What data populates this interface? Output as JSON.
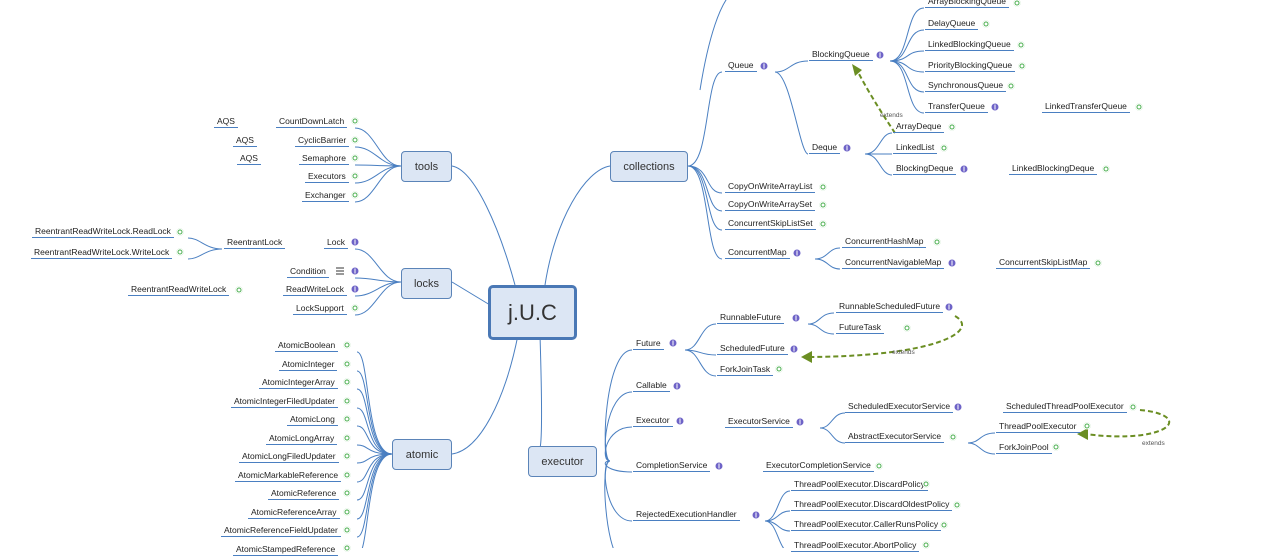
{
  "root": "j.U.C",
  "categories": {
    "tools": "tools",
    "locks": "locks",
    "atomic": "atomic",
    "collections": "collections",
    "executor": "executor"
  },
  "tools": {
    "count_down_latch": "CountDownLatch",
    "cyclic_barrier": "CyclicBarrier",
    "semaphore": "Semaphore",
    "executors": "Executors",
    "exchanger": "Exchanger",
    "aqs": "AQS"
  },
  "locks": {
    "rrwl_read": "ReentrantReadWriteLock.ReadLock",
    "rrwl_write": "ReentrantReadWriteLock.WriteLock",
    "reentrant_lock": "ReentrantLock",
    "lock": "Lock",
    "condition": "Condition",
    "rrwl": "ReentrantReadWriteLock",
    "read_write_lock": "ReadWriteLock",
    "lock_support": "LockSupport"
  },
  "atomic": [
    "AtomicBoolean",
    "AtomicInteger",
    "AtomicIntegerArray",
    "AtomicIntegerFiledUpdater",
    "AtomicLong",
    "AtomicLongArray",
    "AtomicLongFiledUpdater",
    "AtomicMarkableReference",
    "AtomicReference",
    "AtomicReferenceArray",
    "AtomicReferenceFieldUpdater",
    "AtomicStampedReference"
  ],
  "collections": {
    "queue": "Queue",
    "blocking_queue": "BlockingQueue",
    "array_blocking_queue": "ArrayBlockingQueue",
    "delay_queue": "DelayQueue",
    "linked_blocking_queue": "LinkedBlockingQueue",
    "priority_blocking_queue": "PriorityBlockingQueue",
    "synchronous_queue": "SynchronousQueue",
    "transfer_queue": "TransferQueue",
    "linked_transfer_queue": "LinkedTransferQueue",
    "deque": "Deque",
    "array_deque": "ArrayDeque",
    "linked_list": "LinkedList",
    "blocking_deque": "BlockingDeque",
    "linked_blocking_deque": "LinkedBlockingDeque",
    "cow_array_list": "CopyOnWriteArrayList",
    "cow_array_set": "CopyOnWriteArraySet",
    "concurrent_skip_list_set": "ConcurrentSkipListSet",
    "concurrent_map": "ConcurrentMap",
    "concurrent_hash_map": "ConcurrentHashMap",
    "concurrent_navigable_map": "ConcurrentNavigableMap",
    "concurrent_skip_list_map": "ConcurrentSkipListMap"
  },
  "executor": {
    "future": "Future",
    "runnable_future": "RunnableFuture",
    "runnable_scheduled_future": "RunnableScheduledFuture",
    "future_task": "FutureTask",
    "scheduled_future": "ScheduledFuture",
    "fork_join_task": "ForkJoinTask",
    "callable": "Callable",
    "executor": "Executor",
    "executor_service": "ExecutorService",
    "scheduled_executor_service": "ScheduledExecutorService",
    "scheduled_thread_pool_executor": "ScheduledThreadPoolExecutor",
    "abstract_executor_service": "AbstractExecutorService",
    "thread_pool_executor": "ThreadPoolExecutor",
    "fork_join_pool": "ForkJoinPool",
    "completion_service": "CompletionService",
    "executor_completion_service": "ExecutorCompletionService",
    "rejected_execution_handler": "RejectedExecutionHandler",
    "discard_policy": "ThreadPoolExecutor.DiscardPolicy",
    "discard_oldest_policy": "ThreadPoolExecutor.DiscardOldestPolicy",
    "caller_runs_policy": "ThreadPoolExecutor.CallerRunsPolicy",
    "abort_policy": "ThreadPoolExecutor.AbortPolicy"
  },
  "relations": {
    "extends": "extends"
  },
  "colors": {
    "line": "#4a7fc1",
    "node_fill": "#dce6f4",
    "node_border": "#5b84b8",
    "class_badge": "#4caf50",
    "interface_badge": "#6e63c7",
    "extends_arrow": "#6b8e23"
  }
}
